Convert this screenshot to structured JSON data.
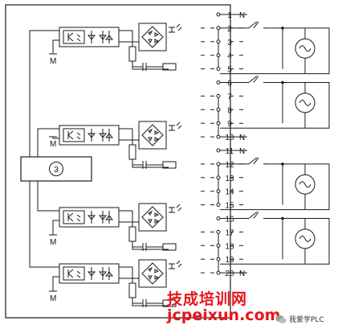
{
  "module": {
    "label_3": "3",
    "label_M": "M",
    "label_N": "N"
  },
  "terminals": [
    "1",
    "2",
    "3",
    "4",
    "5",
    "6",
    "7",
    "8",
    "9",
    "10",
    "11",
    "12",
    "13",
    "14",
    "15",
    "16",
    "17",
    "18",
    "19",
    "20"
  ],
  "neutral_terminals": [
    "1",
    "10",
    "11",
    "20"
  ],
  "channel_count": 4,
  "watermark": {
    "cn_text": "技成培训网",
    "url_text": "jcpeixun.com",
    "badge_text": "我爱学PLC"
  },
  "colors": {
    "line": "#1a1a1a",
    "watermark_red": "#e8141a"
  },
  "icons": [
    "optocoupler-icon",
    "diode-icon",
    "resistor-icon",
    "capacitor-icon",
    "bridge-rectifier-icon",
    "led-icon",
    "contact-switch-icon",
    "ac-source-icon",
    "wechat-icon"
  ]
}
